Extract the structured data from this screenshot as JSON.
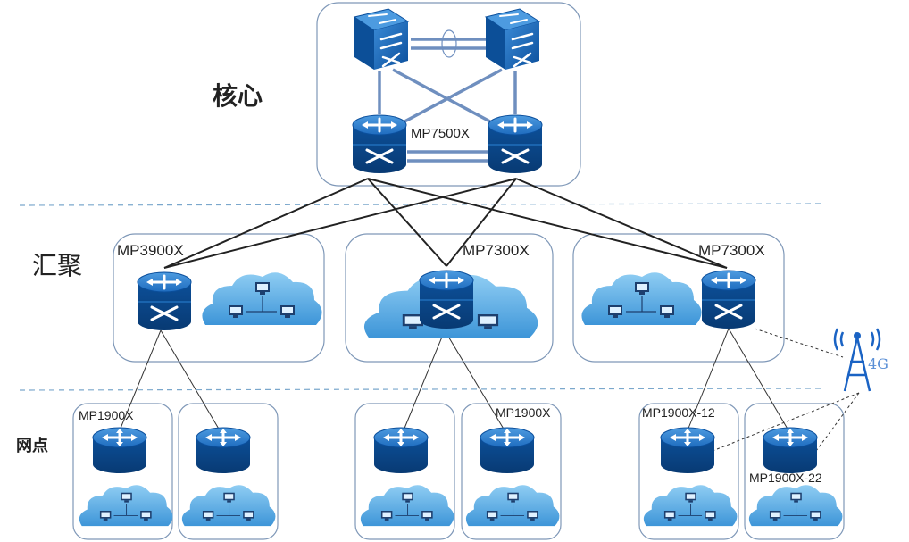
{
  "layers": {
    "core": "核心",
    "aggregation": "汇聚",
    "branch": "网点"
  },
  "devices": {
    "core_router_model": "MP7500X",
    "agg_left_model": "MP3900X",
    "agg_mid_model": "MP7300X",
    "agg_right_model": "MP7300X",
    "branch_left_model": "MP1900X",
    "branch_mid_model": "MP1900X",
    "branch_right1_model": "MP1900X-12",
    "branch_right2_model": "MP1900X-22"
  },
  "wireless": {
    "label": "4G"
  },
  "icons": {
    "core_switch": "layer3-switch-icon",
    "router": "router-icon",
    "lan_cloud": "lan-cloud-icon",
    "tower": "cell-tower-icon"
  },
  "colors": {
    "device_dark": "#0b4f9c",
    "device_light": "#2a7fd0",
    "cloud_fill": "#5aaee6",
    "box_border": "#7f98b8",
    "dashed_divider": "#7aa7cc",
    "link": "#333333",
    "core_link": "#6f8fbf"
  }
}
